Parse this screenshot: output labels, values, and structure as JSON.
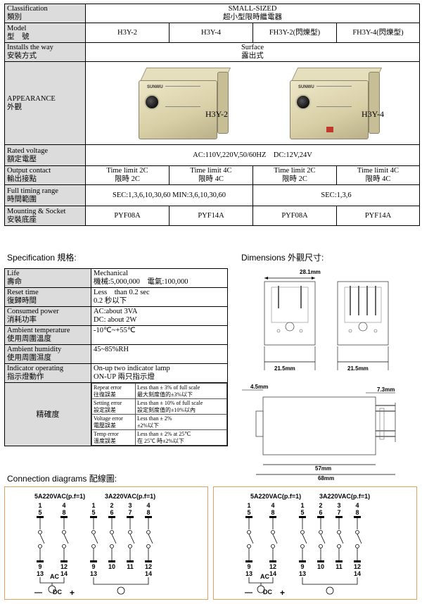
{
  "main": {
    "classification": {
      "en": "Classification",
      "zh": "類別",
      "value_en": "SMALL-SIZED",
      "value_zh": "超小型限時繼電器"
    },
    "model": {
      "en": "Model",
      "zh": "型　號",
      "values": [
        "H3Y-2",
        "H3Y-4",
        "FH3Y-2(閃爍型)",
        "FH3Y-4(閃爍型)"
      ]
    },
    "installs": {
      "en": "Installs the way",
      "zh": "安裝方式",
      "value_en": "Surface",
      "value_zh": "露出式"
    },
    "appearance": {
      "en": "APPEARANCE",
      "zh": "外觀",
      "labels": [
        "H3Y-2",
        "H3Y-4"
      ],
      "brand": "SUNWU"
    },
    "rated_voltage": {
      "en": "Rated voltage",
      "zh": "額定電壓",
      "value": "AC:110V,220V,50/60HZ　DC:12V,24V"
    },
    "output_contact": {
      "en": "Output contact",
      "zh": "輸出接點",
      "values": [
        {
          "en": "Time limit 2C",
          "zh": "限時 2C"
        },
        {
          "en": "Time limit 4C",
          "zh": "限時 4C"
        },
        {
          "en": "Time limit 2C",
          "zh": "限時 2C"
        },
        {
          "en": "Time limit 4C",
          "zh": "限時 4C"
        }
      ]
    },
    "timing_range": {
      "en": "Full timing range",
      "zh": "時間範圍",
      "value_left": "SEC:1,3,6,10,30,60 MIN:3,6,10,30,60",
      "value_right": "SEC:1,3,6"
    },
    "mounting": {
      "en": "Mounting & Socket",
      "zh": "安裝底座",
      "values": [
        "PYF08A",
        "PYF14A",
        "PYF08A",
        "PYF14A"
      ]
    }
  },
  "spec": {
    "title": "Specification 規格:",
    "rows": [
      {
        "en": "Life",
        "zh": "壽命",
        "v1": "Mechanical",
        "v2": "機械:5,000,000　電氣:100,000"
      },
      {
        "en": "Reset time",
        "zh": "復歸時間",
        "v1": "Less　than 0.2 sec",
        "v2": "0.2 秒以下"
      },
      {
        "en": "Consumed power",
        "zh": "消耗功率",
        "v1": "AC:about 3VA",
        "v2": "DC: about 2W"
      },
      {
        "en": "Ambient temperature",
        "zh": "使用周圍溫度",
        "v1": "-10℃~+55℃",
        "v2": ""
      },
      {
        "en": "Ambient humidity",
        "zh": "使用周圍濕度",
        "v1": "45~85%RH",
        "v2": ""
      },
      {
        "en": "Indicator operating",
        "zh": "指示燈動作",
        "v1": "On-up two indicator lamp",
        "v2": "ON-UP 兩只指示燈"
      }
    ],
    "accuracy_label": "精確度",
    "accuracy": [
      {
        "k_en": "Repeat error",
        "k_zh": "往復誤差",
        "v_en": "Less than ± 3% of full scale",
        "v_zh": "最大刻度值的±3%以下"
      },
      {
        "k_en": "Setting error",
        "k_zh": "設定誤差",
        "v_en": "Less than ± 10% of full scale",
        "v_zh": "設定刻度值的±10%以內"
      },
      {
        "k_en": "Voltage error",
        "k_zh": "電壓誤差",
        "v_en": "Less than ± 2%",
        "v_zh": "±2%以下"
      },
      {
        "k_en": "Temp error",
        "k_zh": "溫度誤差",
        "v_en": "Less than ± 2% at 25℃",
        "v_zh": "在 25℃ 時±2%以下"
      }
    ]
  },
  "dimensions": {
    "title": "Dimensions 外觀尺寸:",
    "top_width": "28.1mm",
    "front_w1": "21.5mm",
    "front_w2": "21.5mm",
    "side_left": "4.5mm",
    "side_right": "7.3mm",
    "side_inner": "57mm",
    "side_total": "68mm"
  },
  "connection": {
    "title": "Connection diagrams 配線圖:",
    "left_labels": [
      "5A220VAC(p.f=1)",
      "3A220VAC(p.f=1)"
    ],
    "right_labels": [
      "5A220VAC(p.f=1)",
      "3A220VAC(p.f=1)"
    ],
    "ac": "AC",
    "dc": "DC",
    "minus": "—",
    "plus": "+",
    "two_pole_top": [
      "1",
      "4",
      "5",
      "8"
    ],
    "two_pole_bottom": [
      "9",
      "12",
      "13",
      "14"
    ],
    "four_pole_top": [
      "1",
      "2",
      "3",
      "4",
      "5",
      "6",
      "7",
      "8"
    ],
    "four_pole_bottom": [
      "9",
      "10",
      "11",
      "12",
      "13",
      "14"
    ]
  }
}
